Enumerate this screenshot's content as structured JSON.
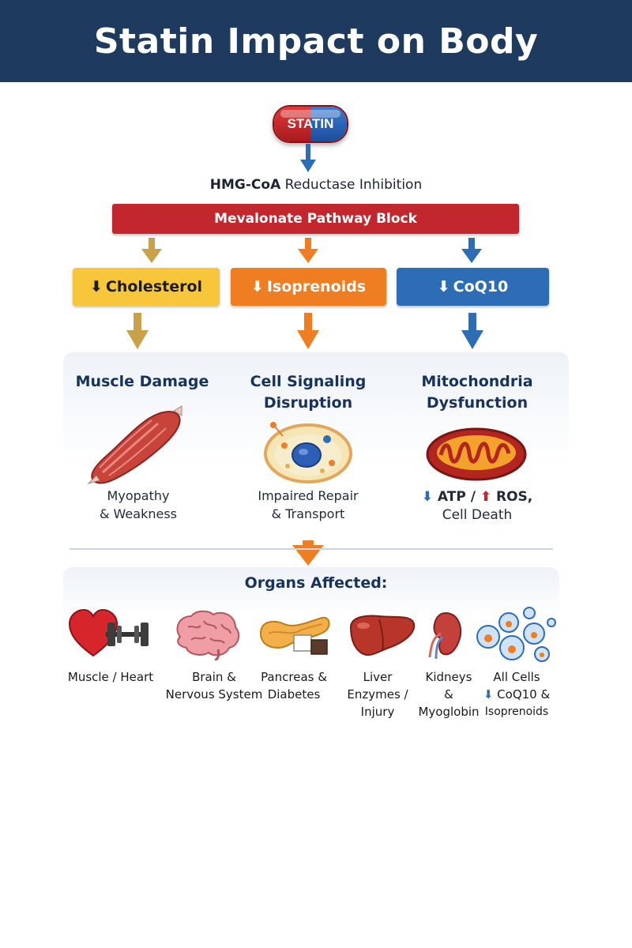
{
  "title": "Statin Impact on Body",
  "pill_label": "STATIN",
  "inhibition": {
    "bold": "HMG-CoA",
    "rest": " Reductase Inhibition"
  },
  "pathway_block": "Mevalonate Pathway Block",
  "down_arrow_glyph": "⬇",
  "up_arrow_glyph": "⬆",
  "boxes": [
    {
      "label": "Cholesterol",
      "color": "#f7c63a"
    },
    {
      "label": "Isoprenoids",
      "color": "#ef7d22"
    },
    {
      "label": "CoQ10",
      "color": "#2d6db6"
    }
  ],
  "effects": [
    {
      "title_lines": [
        "Muscle Damage"
      ],
      "caption_lines": [
        "Myopathy",
        "& Weakness"
      ],
      "icon": "muscle-icon"
    },
    {
      "title_lines": [
        "Cell Signaling",
        "Disruption"
      ],
      "caption_lines": [
        "Impaired Repair",
        "& Transport"
      ],
      "icon": "cell-icon"
    },
    {
      "title_lines": [
        "Mitochondria",
        "Dysfunction"
      ],
      "caption_line1_a": "ATP /",
      "caption_line1_b": "ROS,",
      "caption_line2": "Cell Death",
      "icon": "mitochondria-icon"
    }
  ],
  "organs_title": "Organs Affected:",
  "organs": [
    {
      "lines": [
        "Muscle / Heart"
      ],
      "icon": "heart-dumbbell-icon"
    },
    {
      "lines": [
        "Brain &",
        "Nervous System"
      ],
      "icon": "brain-icon"
    },
    {
      "lines": [
        "Pancreas &",
        "Diabetes"
      ],
      "icon": "pancreas-icon"
    },
    {
      "lines": [
        "Liver",
        "Enzymes /",
        "Injury"
      ],
      "icon": "liver-icon"
    },
    {
      "lines": [
        "Kidneys",
        "&",
        "Myoglobin"
      ],
      "icon": "kidney-icon"
    },
    {
      "lines": [
        "All Cells"
      ],
      "extra_a": "CoQ10 &",
      "extra_b": "Isoprenoids",
      "icon": "cells-icon"
    }
  ],
  "colors": {
    "header": "#1f3a5f",
    "red_bar": "#c1272d",
    "blue_arrow": "#2d6db6",
    "orange_arrow": "#ef7d22",
    "gold_arrow": "#c9a14a"
  }
}
